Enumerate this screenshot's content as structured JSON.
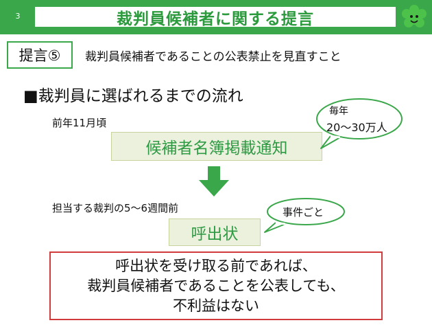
{
  "header": {
    "slide_number": "3",
    "title": "裁判員候補者に関する提言"
  },
  "proposal": {
    "label": "提言⑤",
    "text": "裁判員候補者であることの公表禁止を見直すこと"
  },
  "flow": {
    "heading": "■裁判員に選ばれるまでの流れ",
    "step1_timing": "前年11月頃",
    "step1_box": "候補者名簿掲載通知",
    "step1_bubble_line1": "毎年",
    "step1_bubble_line2": "20～30万人",
    "step2_timing": "担当する裁判の5～6週間前",
    "step2_box": "呼出状",
    "step2_bubble": "事件ごと"
  },
  "note": {
    "line1": "呼出状を受け取る前であれば、",
    "line2": "裁判員候補者であることを公表しても、",
    "line3": "不利益はない"
  },
  "colors": {
    "header_green": "#3aa74a",
    "box_fill": "#ebf1dc",
    "box_text": "#2e9a44",
    "arrow": "#3aa74a",
    "note_border": "#d23b3b"
  },
  "icons": {
    "mascot": "green-flower-face-icon",
    "arrow": "arrow-down-icon"
  }
}
